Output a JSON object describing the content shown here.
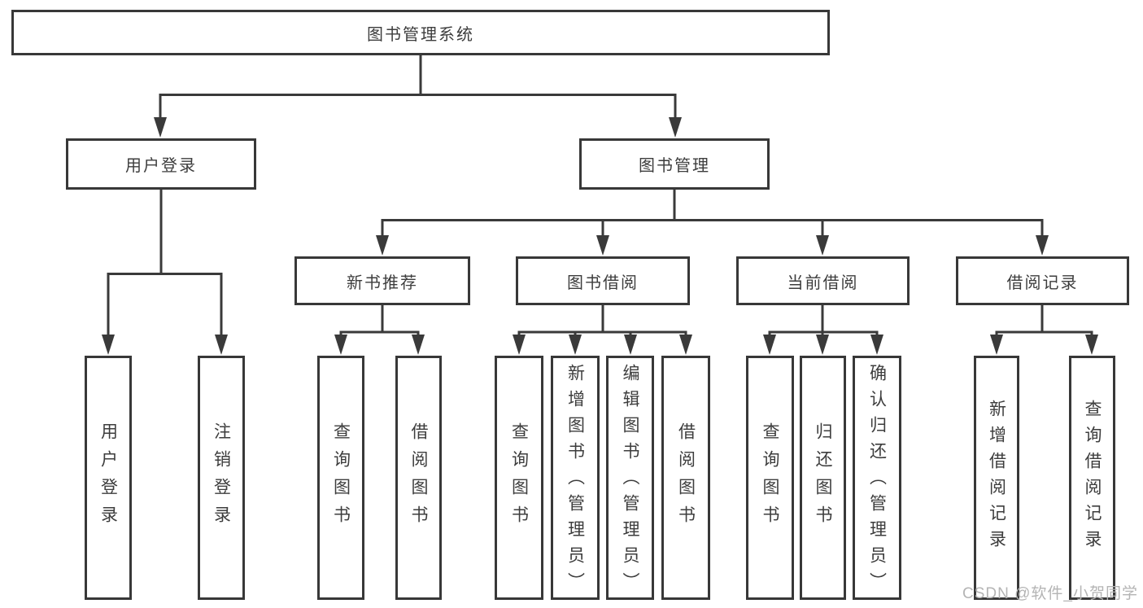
{
  "diagram": {
    "root": {
      "label": "图书管理系统"
    },
    "branches": [
      {
        "label": "用户登录",
        "leaves": [
          {
            "label": "用户登录"
          },
          {
            "label": "注销登录"
          }
        ]
      },
      {
        "label": "图书管理",
        "groups": [
          {
            "label": "新书推荐",
            "leaves": [
              {
                "label": "查询图书"
              },
              {
                "label": "借阅图书"
              }
            ]
          },
          {
            "label": "图书借阅",
            "leaves": [
              {
                "label": "查询图书"
              },
              {
                "label": "新增图书（管理员）"
              },
              {
                "label": "编辑图书（管理员）"
              },
              {
                "label": "借阅图书"
              }
            ]
          },
          {
            "label": "当前借阅",
            "leaves": [
              {
                "label": "查询图书"
              },
              {
                "label": "归还图书"
              },
              {
                "label": "确认归还（管理员）"
              }
            ]
          },
          {
            "label": "借阅记录",
            "leaves": [
              {
                "label": "新增借阅记录"
              },
              {
                "label": "查询借阅记录"
              }
            ]
          }
        ]
      }
    ]
  },
  "watermark": {
    "text": "CSDN @软件_小贺同学"
  },
  "colors": {
    "line": "#3a3a3a",
    "box_border": "#383838",
    "text": "#3d3d3d",
    "watermark": "#b4b4b4",
    "background": "#ffffff"
  }
}
